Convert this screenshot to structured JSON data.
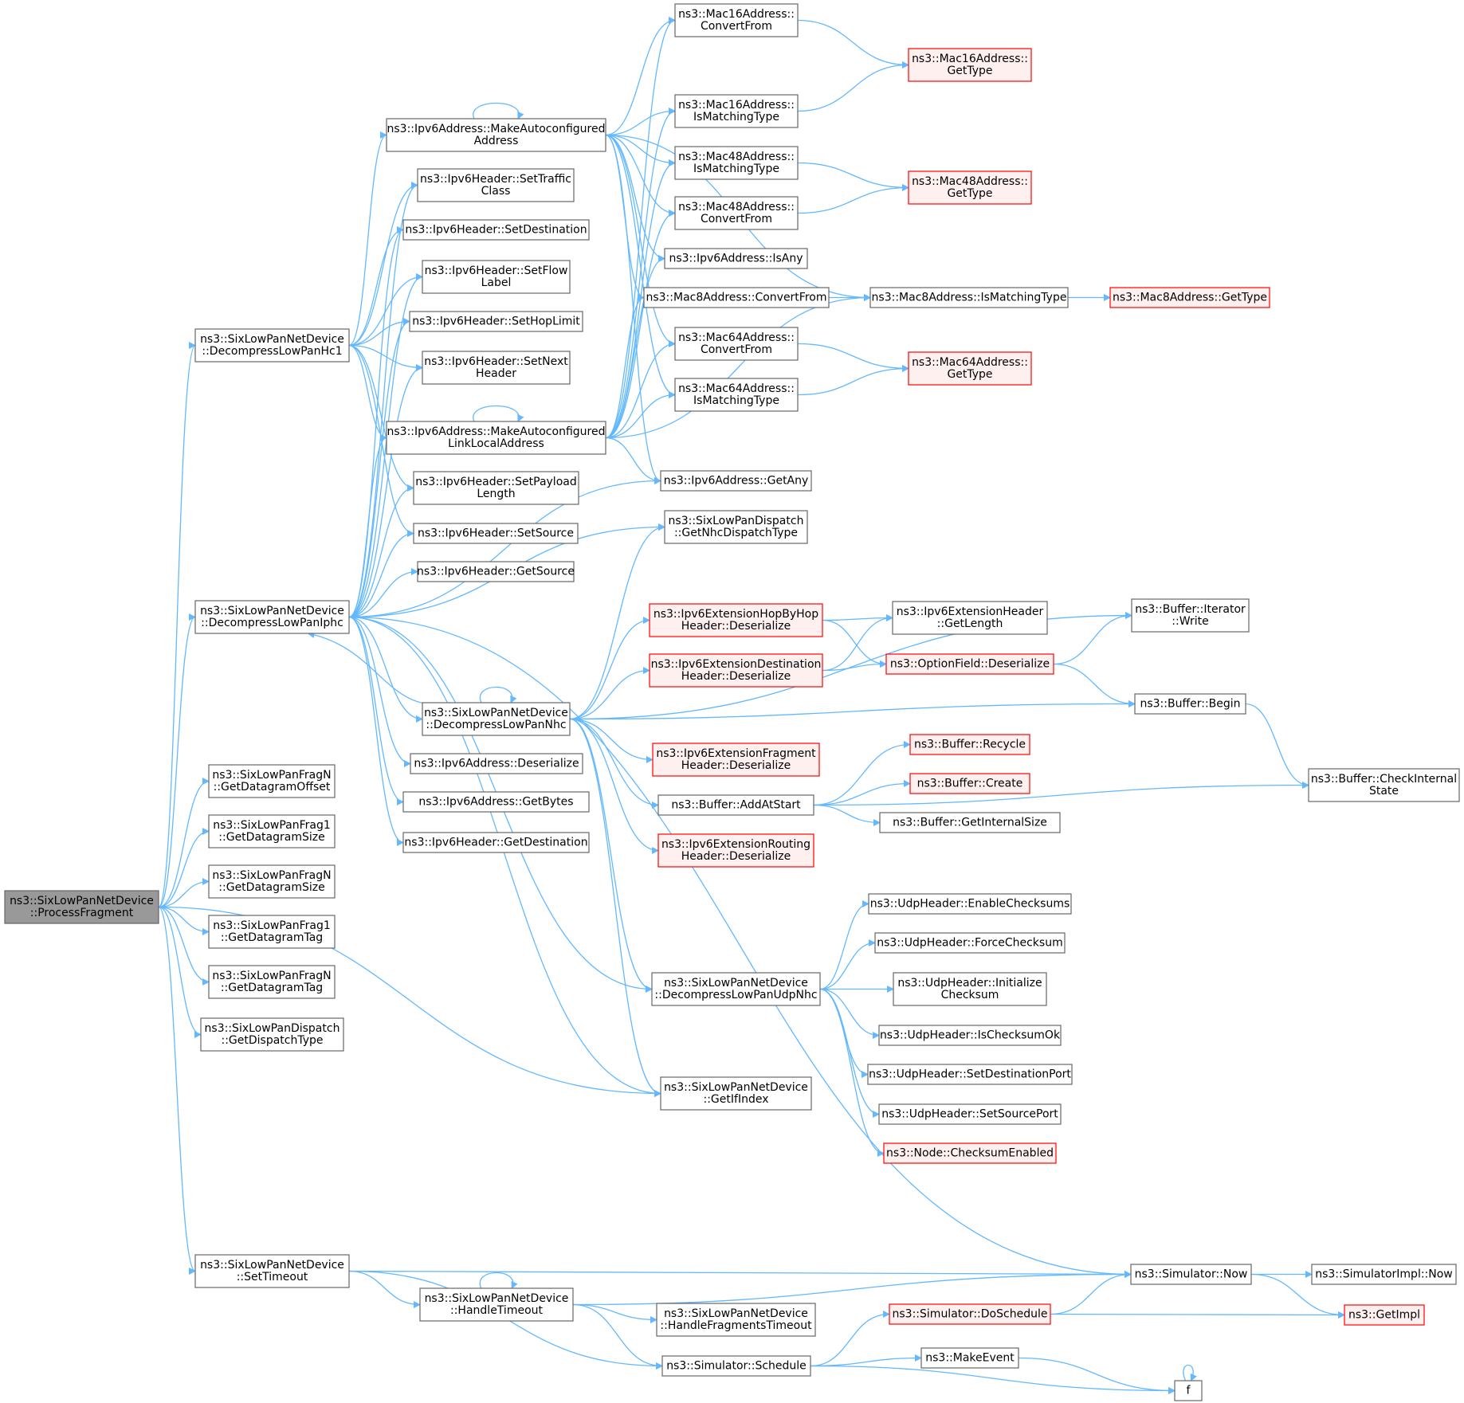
{
  "colors": {
    "edge": "#63b8ff",
    "node_border": "#666666",
    "node_fill": "#ffffff",
    "root_fill": "#999999",
    "truncated_border": "#ff0000",
    "truncated_fill": "#fff0f0"
  },
  "nodes": [
    {
      "id": "root",
      "lines": [
        "ns3::SixLowPanNetDevice",
        "::ProcessFragment"
      ],
      "style": "root"
    },
    {
      "id": "hc1",
      "lines": [
        "ns3::SixLowPanNetDevice",
        "::DecompressLowPanHc1"
      ],
      "style": "normal"
    },
    {
      "id": "iphc",
      "lines": [
        "ns3::SixLowPanNetDevice",
        "::DecompressLowPanIphc"
      ],
      "style": "normal"
    },
    {
      "id": "fragN_off",
      "lines": [
        "ns3::SixLowPanFragN",
        "::GetDatagramOffset"
      ],
      "style": "normal"
    },
    {
      "id": "frag1_size",
      "lines": [
        "ns3::SixLowPanFrag1",
        "::GetDatagramSize"
      ],
      "style": "normal"
    },
    {
      "id": "fragN_size",
      "lines": [
        "ns3::SixLowPanFragN",
        "::GetDatagramSize"
      ],
      "style": "normal"
    },
    {
      "id": "frag1_tag",
      "lines": [
        "ns3::SixLowPanFrag1",
        "::GetDatagramTag"
      ],
      "style": "normal"
    },
    {
      "id": "fragN_tag",
      "lines": [
        "ns3::SixLowPanFragN",
        "::GetDatagramTag"
      ],
      "style": "normal"
    },
    {
      "id": "disp_type",
      "lines": [
        "ns3::SixLowPanDispatch",
        "::GetDispatchType"
      ],
      "style": "normal"
    },
    {
      "id": "settimeout",
      "lines": [
        "ns3::SixLowPanNetDevice",
        "::SetTimeout"
      ],
      "style": "normal"
    },
    {
      "id": "mk_auto",
      "lines": [
        "ns3::Ipv6Address::MakeAutoconfigured",
        "Address"
      ],
      "style": "normal"
    },
    {
      "id": "set_traffic",
      "lines": [
        "ns3::Ipv6Header::SetTraffic",
        "Class"
      ],
      "style": "normal"
    },
    {
      "id": "set_dest",
      "lines": [
        "ns3::Ipv6Header::SetDestination"
      ],
      "style": "normal"
    },
    {
      "id": "set_flow",
      "lines": [
        "ns3::Ipv6Header::SetFlow",
        "Label"
      ],
      "style": "normal"
    },
    {
      "id": "set_hop",
      "lines": [
        "ns3::Ipv6Header::SetHopLimit"
      ],
      "style": "normal"
    },
    {
      "id": "set_next",
      "lines": [
        "ns3::Ipv6Header::SetNext",
        "Header"
      ],
      "style": "normal"
    },
    {
      "id": "mk_link",
      "lines": [
        "ns3::Ipv6Address::MakeAutoconfigured",
        "LinkLocalAddress"
      ],
      "style": "normal"
    },
    {
      "id": "set_payload",
      "lines": [
        "ns3::Ipv6Header::SetPayload",
        "Length"
      ],
      "style": "normal"
    },
    {
      "id": "set_source",
      "lines": [
        "ns3::Ipv6Header::SetSource"
      ],
      "style": "normal"
    },
    {
      "id": "get_source",
      "lines": [
        "ns3::Ipv6Header::GetSource"
      ],
      "style": "normal"
    },
    {
      "id": "nhc",
      "lines": [
        "ns3::SixLowPanNetDevice",
        "::DecompressLowPanNhc"
      ],
      "style": "normal"
    },
    {
      "id": "addr_deser",
      "lines": [
        "ns3::Ipv6Address::Deserialize"
      ],
      "style": "normal"
    },
    {
      "id": "addr_bytes",
      "lines": [
        "ns3::Ipv6Address::GetBytes"
      ],
      "style": "normal"
    },
    {
      "id": "get_dest",
      "lines": [
        "ns3::Ipv6Header::GetDestination"
      ],
      "style": "normal"
    },
    {
      "id": "m16_conv",
      "lines": [
        "ns3::Mac16Address::",
        "ConvertFrom"
      ],
      "style": "normal"
    },
    {
      "id": "m16_match",
      "lines": [
        "ns3::Mac16Address::",
        "IsMatchingType"
      ],
      "style": "normal"
    },
    {
      "id": "m48_match",
      "lines": [
        "ns3::Mac48Address::",
        "IsMatchingType"
      ],
      "style": "normal"
    },
    {
      "id": "m48_conv",
      "lines": [
        "ns3::Mac48Address::",
        "ConvertFrom"
      ],
      "style": "normal"
    },
    {
      "id": "is_any",
      "lines": [
        "ns3::Ipv6Address::IsAny"
      ],
      "style": "normal"
    },
    {
      "id": "m8_conv",
      "lines": [
        "ns3::Mac8Address::ConvertFrom"
      ],
      "style": "normal"
    },
    {
      "id": "m64_conv",
      "lines": [
        "ns3::Mac64Address::",
        "ConvertFrom"
      ],
      "style": "normal"
    },
    {
      "id": "m64_match",
      "lines": [
        "ns3::Mac64Address::",
        "IsMatchingType"
      ],
      "style": "normal"
    },
    {
      "id": "get_any",
      "lines": [
        "ns3::Ipv6Address::GetAny"
      ],
      "style": "normal"
    },
    {
      "id": "nhc_disp",
      "lines": [
        "ns3::SixLowPanDispatch",
        "::GetNhcDispatchType"
      ],
      "style": "normal"
    },
    {
      "id": "hbh",
      "lines": [
        "ns3::Ipv6ExtensionHopByHop",
        "Header::Deserialize"
      ],
      "style": "truncated"
    },
    {
      "id": "dst_ext",
      "lines": [
        "ns3::Ipv6ExtensionDestination",
        "Header::Deserialize"
      ],
      "style": "truncated"
    },
    {
      "id": "frag_ext",
      "lines": [
        "ns3::Ipv6ExtensionFragment",
        "Header::Deserialize"
      ],
      "style": "truncated"
    },
    {
      "id": "addatstart",
      "lines": [
        "ns3::Buffer::AddAtStart"
      ],
      "style": "normal"
    },
    {
      "id": "rout_ext",
      "lines": [
        "ns3::Ipv6ExtensionRouting",
        "Header::Deserialize"
      ],
      "style": "truncated"
    },
    {
      "id": "udpnhc",
      "lines": [
        "ns3::SixLowPanNetDevice",
        "::DecompressLowPanUdpNhc"
      ],
      "style": "normal"
    },
    {
      "id": "getifindex",
      "lines": [
        "ns3::SixLowPanNetDevice",
        "::GetIfIndex"
      ],
      "style": "normal"
    },
    {
      "id": "handletimeout",
      "lines": [
        "ns3::SixLowPanNetDevice",
        "::HandleTimeout"
      ],
      "style": "normal"
    },
    {
      "id": "hft",
      "lines": [
        "ns3::SixLowPanNetDevice",
        "::HandleFragmentsTimeout"
      ],
      "style": "normal"
    },
    {
      "id": "schedule",
      "lines": [
        "ns3::Simulator::Schedule"
      ],
      "style": "normal"
    },
    {
      "id": "m16_type",
      "lines": [
        "ns3::Mac16Address::",
        "GetType"
      ],
      "style": "truncated"
    },
    {
      "id": "m48_type",
      "lines": [
        "ns3::Mac48Address::",
        "GetType"
      ],
      "style": "truncated"
    },
    {
      "id": "m8_match",
      "lines": [
        "ns3::Mac8Address::IsMatchingType"
      ],
      "style": "normal"
    },
    {
      "id": "m64_type",
      "lines": [
        "ns3::Mac64Address::",
        "GetType"
      ],
      "style": "truncated"
    },
    {
      "id": "ext_len",
      "lines": [
        "ns3::Ipv6ExtensionHeader",
        "::GetLength"
      ],
      "style": "normal"
    },
    {
      "id": "opt_deser",
      "lines": [
        "ns3::OptionField::Deserialize"
      ],
      "style": "truncated"
    },
    {
      "id": "recycle",
      "lines": [
        "ns3::Buffer::Recycle"
      ],
      "style": "truncated"
    },
    {
      "id": "create",
      "lines": [
        "ns3::Buffer::Create"
      ],
      "style": "truncated"
    },
    {
      "id": "internal_size",
      "lines": [
        "ns3::Buffer::GetInternalSize"
      ],
      "style": "normal"
    },
    {
      "id": "udp_enable",
      "lines": [
        "ns3::UdpHeader::EnableChecksums"
      ],
      "style": "normal"
    },
    {
      "id": "udp_force",
      "lines": [
        "ns3::UdpHeader::ForceChecksum"
      ],
      "style": "normal"
    },
    {
      "id": "udp_init",
      "lines": [
        "ns3::UdpHeader::Initialize",
        "Checksum"
      ],
      "style": "normal"
    },
    {
      "id": "udp_isok",
      "lines": [
        "ns3::UdpHeader::IsChecksumOk"
      ],
      "style": "normal"
    },
    {
      "id": "udp_setdst",
      "lines": [
        "ns3::UdpHeader::SetDestinationPort"
      ],
      "style": "normal"
    },
    {
      "id": "udp_setsrc",
      "lines": [
        "ns3::UdpHeader::SetSourcePort"
      ],
      "style": "normal"
    },
    {
      "id": "node_ck",
      "lines": [
        "ns3::Node::ChecksumEnabled"
      ],
      "style": "truncated"
    },
    {
      "id": "doschedule",
      "lines": [
        "ns3::Simulator::DoSchedule"
      ],
      "style": "truncated"
    },
    {
      "id": "makeevent",
      "lines": [
        "ns3::MakeEvent"
      ],
      "style": "normal"
    },
    {
      "id": "m8_type",
      "lines": [
        "ns3::Mac8Address::GetType"
      ],
      "style": "truncated"
    },
    {
      "id": "iter_write",
      "lines": [
        "ns3::Buffer::Iterator",
        "::Write"
      ],
      "style": "normal"
    },
    {
      "id": "buf_begin",
      "lines": [
        "ns3::Buffer::Begin"
      ],
      "style": "normal"
    },
    {
      "id": "check_internal",
      "lines": [
        "ns3::Buffer::CheckInternal",
        "State"
      ],
      "style": "normal"
    },
    {
      "id": "sim_now",
      "lines": [
        "ns3::Simulator::Now"
      ],
      "style": "normal"
    },
    {
      "id": "impl_now",
      "lines": [
        "ns3::SimulatorImpl::Now"
      ],
      "style": "normal"
    },
    {
      "id": "getimpl",
      "lines": [
        "ns3::GetImpl"
      ],
      "style": "truncated"
    },
    {
      "id": "f",
      "lines": [
        "f"
      ],
      "style": "normal"
    }
  ],
  "edges": [
    [
      "root",
      "hc1"
    ],
    [
      "root",
      "iphc"
    ],
    [
      "root",
      "fragN_off"
    ],
    [
      "root",
      "frag1_size"
    ],
    [
      "root",
      "fragN_size"
    ],
    [
      "root",
      "frag1_tag"
    ],
    [
      "root",
      "fragN_tag"
    ],
    [
      "root",
      "disp_type"
    ],
    [
      "root",
      "getifindex"
    ],
    [
      "root",
      "settimeout"
    ],
    [
      "hc1",
      "mk_auto"
    ],
    [
      "hc1",
      "set_traffic"
    ],
    [
      "hc1",
      "set_dest"
    ],
    [
      "hc1",
      "set_flow"
    ],
    [
      "hc1",
      "set_hop"
    ],
    [
      "hc1",
      "set_next"
    ],
    [
      "hc1",
      "mk_link"
    ],
    [
      "hc1",
      "set_payload"
    ],
    [
      "hc1",
      "set_source"
    ],
    [
      "iphc",
      "set_traffic"
    ],
    [
      "iphc",
      "set_dest"
    ],
    [
      "iphc",
      "set_flow"
    ],
    [
      "iphc",
      "set_hop"
    ],
    [
      "iphc",
      "set_next"
    ],
    [
      "iphc",
      "mk_link"
    ],
    [
      "iphc",
      "set_payload"
    ],
    [
      "iphc",
      "set_source"
    ],
    [
      "iphc",
      "get_source"
    ],
    [
      "iphc",
      "get_any"
    ],
    [
      "iphc",
      "nhc_disp"
    ],
    [
      "iphc",
      "nhc"
    ],
    [
      "iphc",
      "addr_deser"
    ],
    [
      "iphc",
      "addr_bytes"
    ],
    [
      "iphc",
      "get_dest"
    ],
    [
      "iphc",
      "udpnhc"
    ],
    [
      "iphc",
      "getifindex"
    ],
    [
      "iphc",
      "sim_now"
    ],
    [
      "mk_auto",
      "mk_auto"
    ],
    [
      "mk_auto",
      "m16_conv"
    ],
    [
      "mk_auto",
      "m16_match"
    ],
    [
      "mk_auto",
      "m48_match"
    ],
    [
      "mk_auto",
      "m48_conv"
    ],
    [
      "mk_auto",
      "is_any"
    ],
    [
      "mk_auto",
      "m8_conv"
    ],
    [
      "mk_auto",
      "m64_conv"
    ],
    [
      "mk_auto",
      "m64_match"
    ],
    [
      "mk_auto",
      "get_any"
    ],
    [
      "mk_auto",
      "m8_match"
    ],
    [
      "mk_link",
      "mk_link"
    ],
    [
      "mk_link",
      "m16_conv"
    ],
    [
      "mk_link",
      "m16_match"
    ],
    [
      "mk_link",
      "m48_match"
    ],
    [
      "mk_link",
      "m48_conv"
    ],
    [
      "mk_link",
      "is_any"
    ],
    [
      "mk_link",
      "m8_conv"
    ],
    [
      "mk_link",
      "m64_conv"
    ],
    [
      "mk_link",
      "m64_match"
    ],
    [
      "mk_link",
      "get_any"
    ],
    [
      "mk_link",
      "m8_match"
    ],
    [
      "m16_conv",
      "m16_type"
    ],
    [
      "m16_match",
      "m16_type"
    ],
    [
      "m48_match",
      "m48_type"
    ],
    [
      "m48_conv",
      "m48_type"
    ],
    [
      "m8_conv",
      "m8_match"
    ],
    [
      "m8_match",
      "m8_type"
    ],
    [
      "m64_conv",
      "m64_type"
    ],
    [
      "m64_match",
      "m64_type"
    ],
    [
      "nhc",
      "nhc"
    ],
    [
      "nhc",
      "iphc"
    ],
    [
      "nhc",
      "nhc_disp"
    ],
    [
      "nhc",
      "hbh"
    ],
    [
      "nhc",
      "dst_ext"
    ],
    [
      "nhc",
      "frag_ext"
    ],
    [
      "nhc",
      "addatstart"
    ],
    [
      "nhc",
      "rout_ext"
    ],
    [
      "nhc",
      "udpnhc"
    ],
    [
      "nhc",
      "getifindex"
    ],
    [
      "nhc",
      "iter_write"
    ],
    [
      "nhc",
      "buf_begin"
    ],
    [
      "hbh",
      "ext_len"
    ],
    [
      "hbh",
      "opt_deser"
    ],
    [
      "dst_ext",
      "ext_len"
    ],
    [
      "dst_ext",
      "opt_deser"
    ],
    [
      "opt_deser",
      "iter_write"
    ],
    [
      "opt_deser",
      "buf_begin"
    ],
    [
      "buf_begin",
      "check_internal"
    ],
    [
      "addatstart",
      "recycle"
    ],
    [
      "addatstart",
      "create"
    ],
    [
      "addatstart",
      "internal_size"
    ],
    [
      "addatstart",
      "check_internal"
    ],
    [
      "udpnhc",
      "udp_enable"
    ],
    [
      "udpnhc",
      "udp_force"
    ],
    [
      "udpnhc",
      "udp_init"
    ],
    [
      "udpnhc",
      "udp_isok"
    ],
    [
      "udpnhc",
      "udp_setdst"
    ],
    [
      "udpnhc",
      "udp_setsrc"
    ],
    [
      "udpnhc",
      "node_ck"
    ],
    [
      "settimeout",
      "sim_now"
    ],
    [
      "settimeout",
      "handletimeout"
    ],
    [
      "settimeout",
      "schedule"
    ],
    [
      "handletimeout",
      "handletimeout"
    ],
    [
      "handletimeout",
      "sim_now"
    ],
    [
      "handletimeout",
      "hft"
    ],
    [
      "handletimeout",
      "schedule"
    ],
    [
      "schedule",
      "doschedule"
    ],
    [
      "schedule",
      "makeevent"
    ],
    [
      "schedule",
      "f"
    ],
    [
      "doschedule",
      "sim_now"
    ],
    [
      "doschedule",
      "getimpl"
    ],
    [
      "makeevent",
      "f"
    ],
    [
      "f",
      "f"
    ],
    [
      "sim_now",
      "impl_now"
    ],
    [
      "sim_now",
      "getimpl"
    ]
  ]
}
